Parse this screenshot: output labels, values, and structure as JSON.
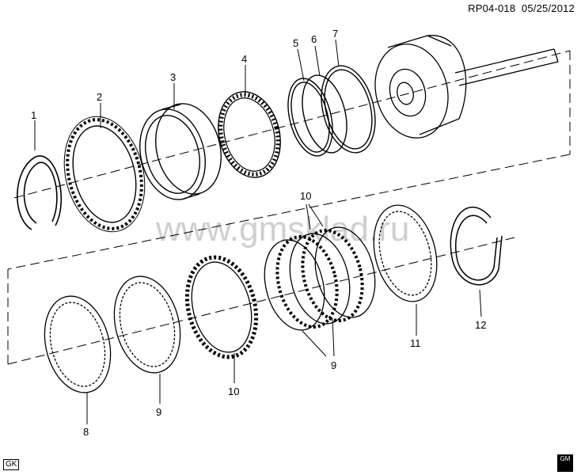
{
  "header": {
    "code": "RP04-018",
    "date": "05/25/2012"
  },
  "watermark": "www.gmsklad.ru",
  "callouts": {
    "c1": "1",
    "c2": "2",
    "c3": "3",
    "c4": "4",
    "c5": "5",
    "c6": "6",
    "c7": "7",
    "c8": "8",
    "c9a": "9",
    "c9b": "9",
    "c10a": "10",
    "c10b": "10",
    "c11": "11",
    "c12": "12"
  },
  "footer": {
    "left_badge": "GK",
    "right_logo": "GM"
  }
}
